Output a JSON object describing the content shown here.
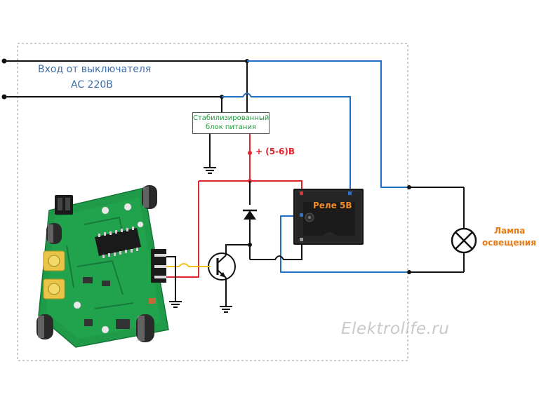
{
  "labels": {
    "input_line1": "Вход от выключателя",
    "input_line2": "AC 220B",
    "psu_line1": "Стабилизированный",
    "psu_line2": "блок питания",
    "voltage": "+ (5-6)B",
    "relay": "Реле 5В",
    "lamp_line1": "Лампа",
    "lamp_line2": "освещения",
    "watermark": "Elektrolife.ru"
  },
  "colors": {
    "wire_black": "#111111",
    "wire_blue": "#1f6fc4",
    "wire_red": "#e0262c",
    "wire_yellow": "#f2c21c",
    "psu_text": "#1f9a3a",
    "relay_text": "#f28a1e",
    "lamp_text": "#e97a16",
    "input_text": "#3d6ea8",
    "pcb_green": "#1f9a48",
    "relay_body": "#1a1a1a"
  },
  "icons": [
    "ground-icon",
    "npn-transistor-icon",
    "diode-icon",
    "lamp-icon",
    "relay-icon",
    "pir-sensor-board"
  ]
}
